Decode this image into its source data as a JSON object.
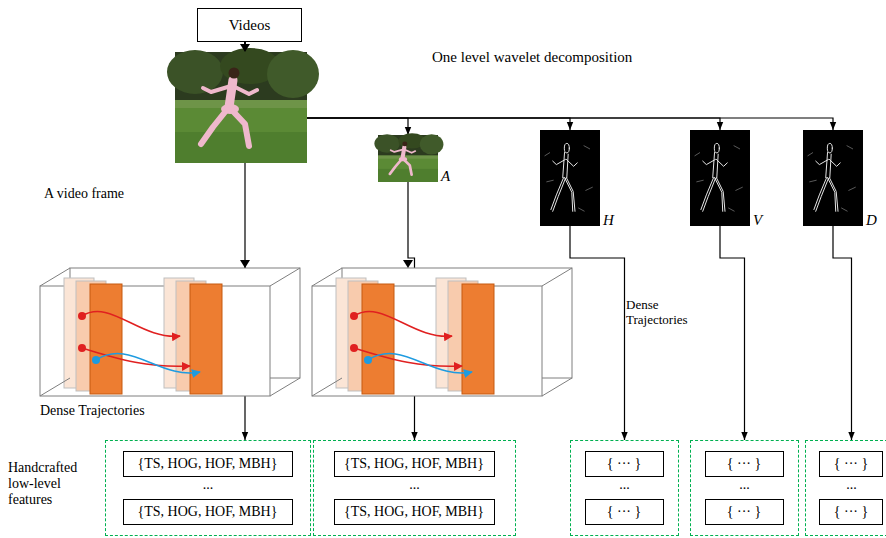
{
  "diagram": {
    "nodes": [
      {
        "text": [
          "Videos"
        ]
      },
      {
        "text": [
          "A"
        ]
      },
      {
        "text": [
          "H"
        ]
      },
      {
        "text": [
          "V"
        ]
      },
      {
        "text": [
          "D"
        ]
      },
      {
        "text": [
          "..."
        ]
      },
      {
        "text": [
          "{TS, HOG, HOF, MBH}"
        ],
        "in": 5
      },
      {
        "text": [
          "{TS, HOG, HOF, MBH}"
        ],
        "in": 5
      },
      {
        "text": [
          "..."
        ]
      },
      {
        "text": [
          "{TS, HOG, HOF, MBH}"
        ],
        "in": 8
      },
      {
        "text": [
          "{TS, HOG, HOF, MBH}"
        ],
        "in": 8
      },
      {
        "text": [
          "..."
        ]
      },
      {
        "text": [
          "{ ··· }"
        ],
        "in": 11
      },
      {
        "text": [
          "{ ··· }"
        ],
        "in": 11
      },
      {
        "text": [
          "..."
        ]
      },
      {
        "text": [
          "{ ··· }"
        ],
        "in": 14
      },
      {
        "text": [
          "{ ··· }"
        ],
        "in": 14
      },
      {
        "text": [
          "..."
        ]
      },
      {
        "text": [
          "{ ··· }"
        ],
        "in": 17
      },
      {
        "text": [
          "{ ··· }"
        ],
        "in": 17
      }
    ],
    "edges": [
      {
        "from": 0,
        "to": 5,
        "arrow": "to"
      },
      {
        "from": 0,
        "to": 1,
        "arrow": "to"
      },
      {
        "from": 0,
        "to": 2,
        "arrow": "to"
      },
      {
        "from": 0,
        "to": 3,
        "arrow": "to"
      },
      {
        "from": 0,
        "to": 4,
        "arrow": "to"
      },
      {
        "from": 1,
        "to": 8,
        "arrow": "to"
      },
      {
        "from": 2,
        "to": 11,
        "arrow": "to"
      },
      {
        "from": 3,
        "to": 14,
        "arrow": "to"
      },
      {
        "from": 4,
        "to": 17,
        "arrow": "to"
      }
    ],
    "labels": [
      "One level wavelet decomposition",
      "A video frame",
      "Dense Trajectories",
      "Dense Trajectories",
      "Handcrafted low-level features"
    ]
  }
}
